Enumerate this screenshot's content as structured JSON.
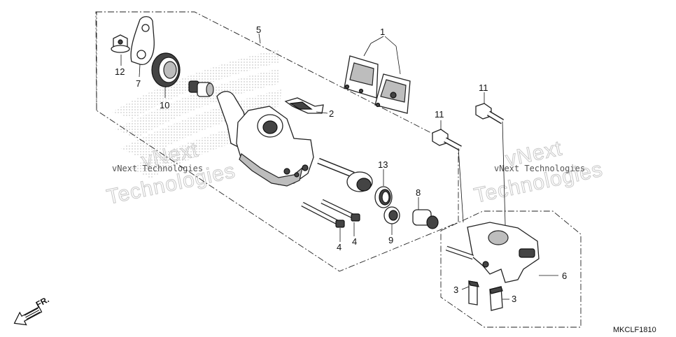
{
  "diagram": {
    "code": "MKCLF1810",
    "direction_label": "FR.",
    "watermark_line": "vNext Technologies",
    "watermark_big_1": "vNext",
    "watermark_big_2": "Technologies",
    "callouts": {
      "c1": "1",
      "c2": "2",
      "c3a": "3",
      "c3b": "3",
      "c4a": "4",
      "c4b": "4",
      "c5": "5",
      "c6": "6",
      "c7": "7",
      "c8": "8",
      "c9": "9",
      "c10": "10",
      "c11a": "11",
      "c11b": "11",
      "c12": "12",
      "c13": "13"
    },
    "colors": {
      "line": "#222222",
      "watermark": "#bdbdbd",
      "background": "#ffffff"
    }
  }
}
